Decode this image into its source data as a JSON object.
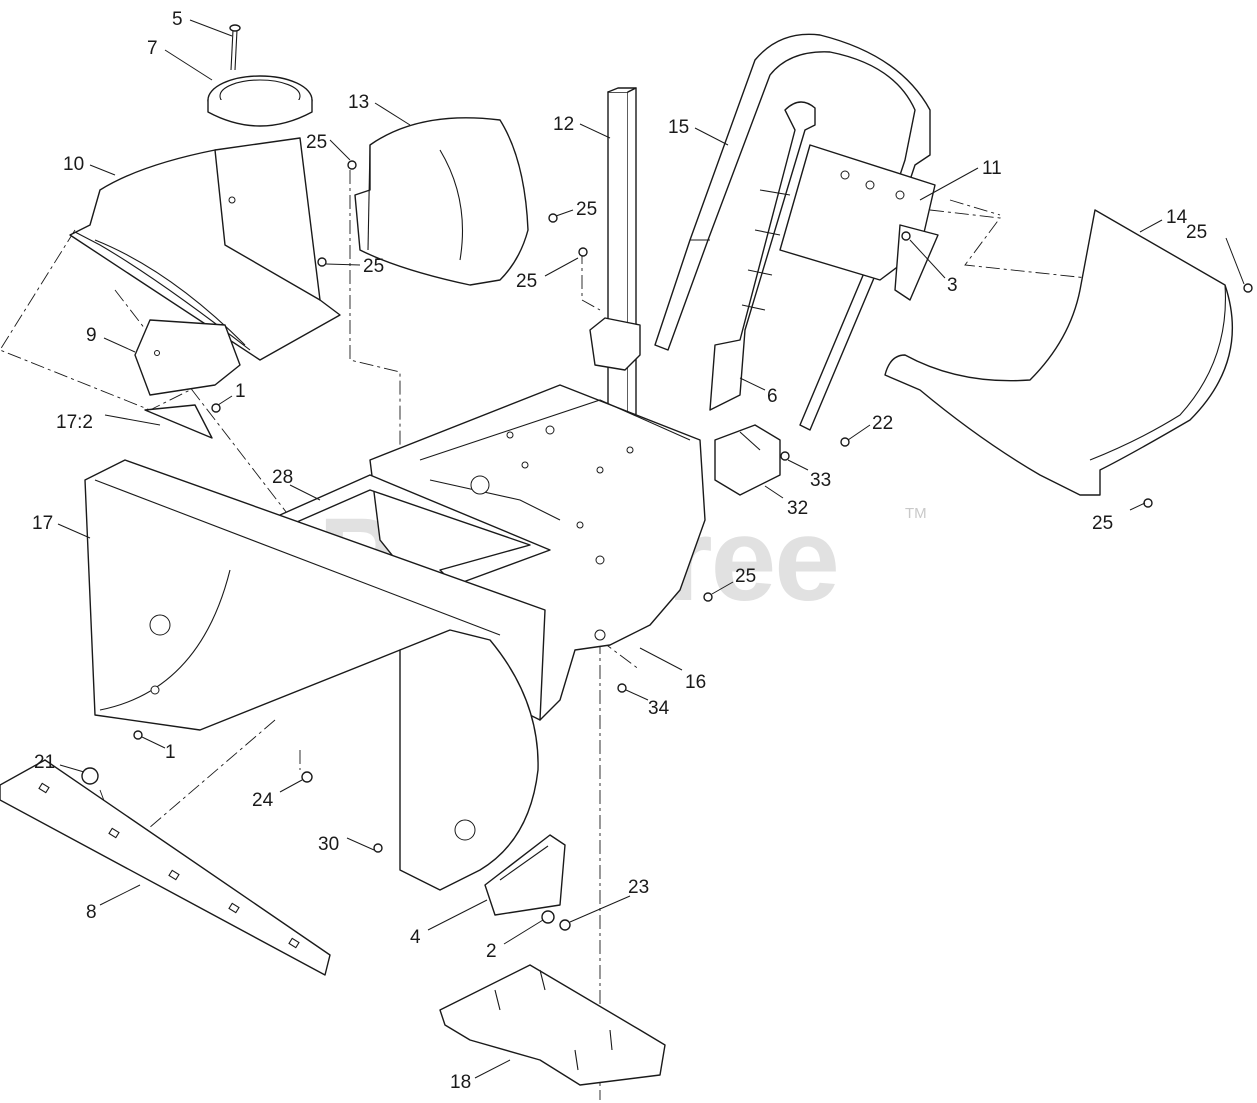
{
  "watermark": {
    "text": "PartsTree",
    "trademark": "TM"
  },
  "callouts": [
    {
      "label": "5"
    },
    {
      "label": "7"
    },
    {
      "label": "13"
    },
    {
      "label": "12"
    },
    {
      "label": "15"
    },
    {
      "label": "10"
    },
    {
      "label": "25"
    },
    {
      "label": "25"
    },
    {
      "label": "25"
    },
    {
      "label": "25"
    },
    {
      "label": "11"
    },
    {
      "label": "14"
    },
    {
      "label": "25"
    },
    {
      "label": "3"
    },
    {
      "label": "9"
    },
    {
      "label": "1"
    },
    {
      "label": "6"
    },
    {
      "label": "22"
    },
    {
      "label": "17:2"
    },
    {
      "label": "28"
    },
    {
      "label": "33"
    },
    {
      "label": "32"
    },
    {
      "label": "17"
    },
    {
      "label": "25"
    },
    {
      "label": "25"
    },
    {
      "label": "16"
    },
    {
      "label": "34"
    },
    {
      "label": "1"
    },
    {
      "label": "21"
    },
    {
      "label": "24"
    },
    {
      "label": "30"
    },
    {
      "label": "23"
    },
    {
      "label": "8"
    },
    {
      "label": "4"
    },
    {
      "label": "2"
    },
    {
      "label": "18"
    }
  ]
}
